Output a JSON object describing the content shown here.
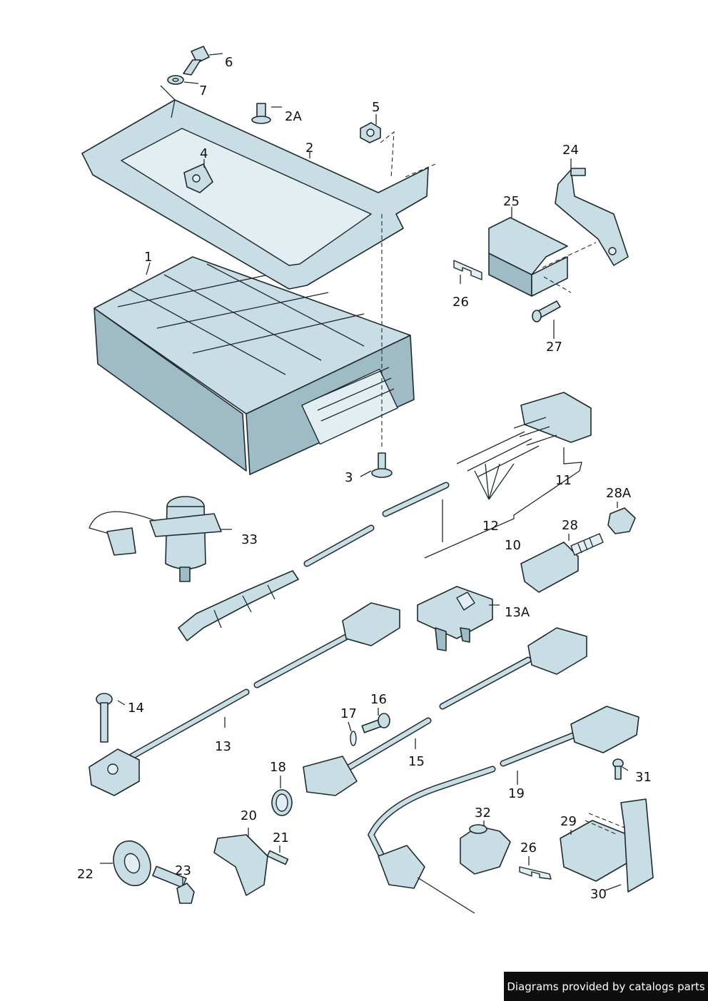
{
  "labels": {
    "l1": "1",
    "l2": "2",
    "l2A": "2A",
    "l3": "3",
    "l4": "4",
    "l5": "5",
    "l6": "6",
    "l7": "7",
    "l10": "10",
    "l11": "11",
    "l12": "12",
    "l13": "13",
    "l13A": "13A",
    "l14": "14",
    "l15": "15",
    "l16": "16",
    "l17": "17",
    "l18": "18",
    "l19": "19",
    "l20": "20",
    "l21": "21",
    "l22": "22",
    "l23": "23",
    "l24": "24",
    "l25": "25",
    "l26a": "26",
    "l26b": "26",
    "l27": "27",
    "l28": "28",
    "l28A": "28A",
    "l29": "29",
    "l30": "30",
    "l31": "31",
    "l32": "32",
    "l33": "33"
  },
  "credit": "Diagrams provided by catalogs parts",
  "colors": {
    "part_fill": "#c9dde4",
    "part_shade": "#9fbcc6",
    "outline": "#1e2a30",
    "credit_bg": "#0d0d0d"
  }
}
